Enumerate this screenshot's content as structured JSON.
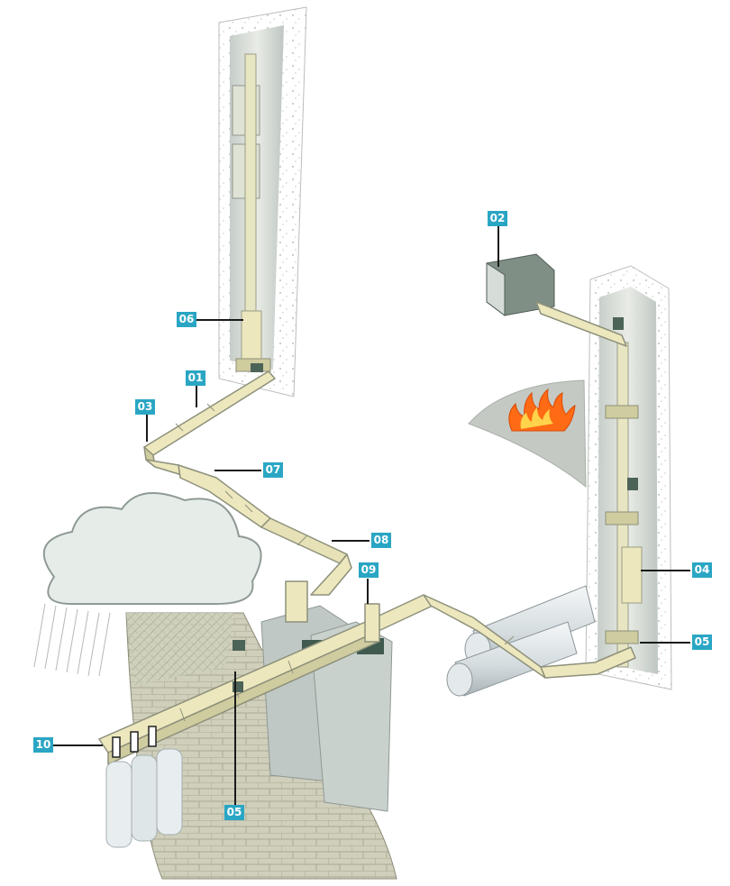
{
  "colors": {
    "label_bg": "#2aa6c4",
    "tray_light": "#ece7bd",
    "tray_mid": "#cfcc9f",
    "tray_dark": "#9da08a",
    "wall_light": "#e9ece6",
    "wall_shadow": "#aeb8b3",
    "masonry": "#c9c9b4",
    "flame": "#ff6a14",
    "cloud": "#e6ede9",
    "pipe": "#d9e1e4"
  },
  "callouts": [
    {
      "label": "01"
    },
    {
      "label": "02"
    },
    {
      "label": "03"
    },
    {
      "label": "04"
    },
    {
      "label": "05"
    },
    {
      "label": "06"
    },
    {
      "label": "07"
    },
    {
      "label": "08"
    },
    {
      "label": "09"
    },
    {
      "label": "10"
    },
    {
      "label": "05"
    }
  ]
}
